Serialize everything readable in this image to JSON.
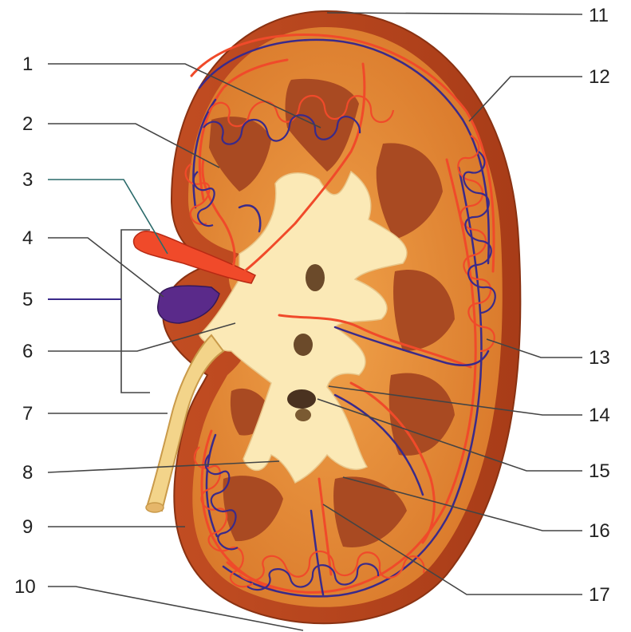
{
  "labels": {
    "n1": "1",
    "n2": "2",
    "n3": "3",
    "n4": "4",
    "n5": "5",
    "n6": "6",
    "n7": "7",
    "n8": "8",
    "n9": "9",
    "n10": "10",
    "n11": "11",
    "n12": "12",
    "n13": "13",
    "n14": "14",
    "n15": "15",
    "n16": "16",
    "n17": "17"
  },
  "colors": {
    "capsule": "#b8441e",
    "cortex": "#e0892e",
    "pyramid": "#a94a22",
    "pelvis": "#fbe9b6",
    "ureter": "#f3d48a",
    "artery": "#f04a2a",
    "vein": "#3a2a8a",
    "renal_vein": "#5a2a8a"
  }
}
